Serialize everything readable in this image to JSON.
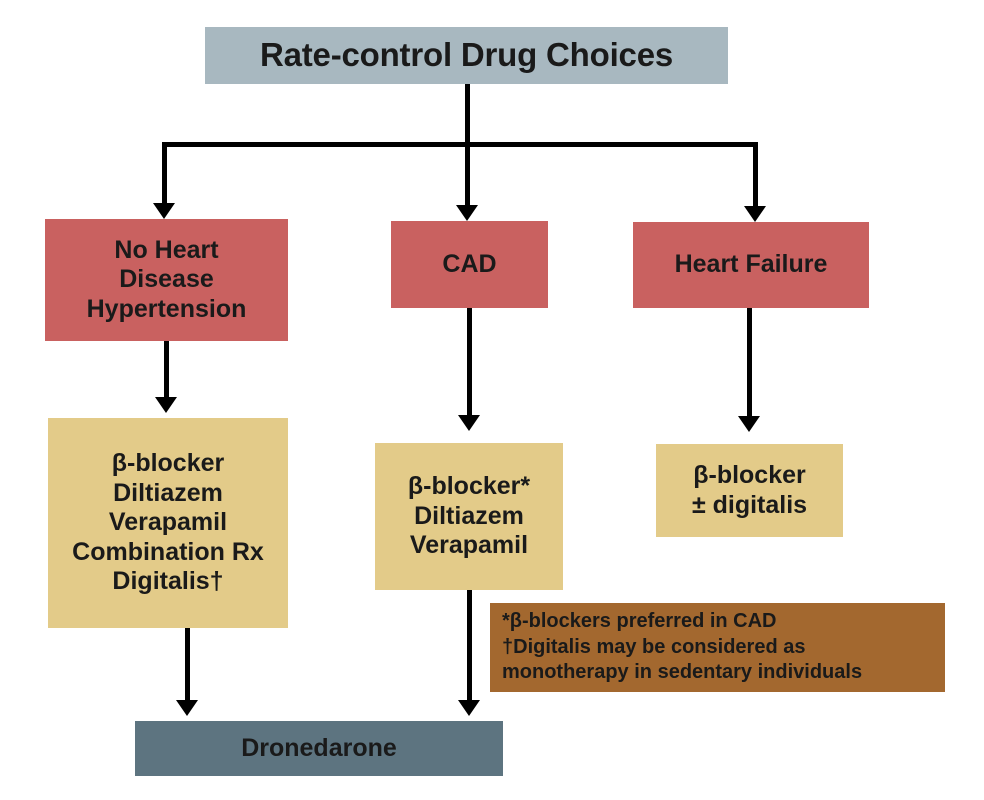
{
  "diagram": {
    "title_box": {
      "label": "Rate-control Drug Choices",
      "color": "#a8b8c0"
    },
    "conditions": [
      {
        "id": "no-heart-disease",
        "lines": [
          "No Heart",
          "Disease",
          "Hypertension"
        ],
        "color": "#c96160"
      },
      {
        "id": "cad",
        "lines": [
          "CAD"
        ],
        "color": "#c96160"
      },
      {
        "id": "heart-failure",
        "lines": [
          "Heart Failure"
        ],
        "color": "#c96160"
      }
    ],
    "drug_options": [
      {
        "id": "no-heart-disease",
        "lines": [
          "β-blocker",
          "Diltiazem",
          "Verapamil",
          "Combination Rx",
          "Digitalis†"
        ],
        "color": "#e3cb89"
      },
      {
        "id": "cad",
        "lines": [
          "β-blocker*",
          "Diltiazem",
          "Verapamil"
        ],
        "color": "#e3cb89"
      },
      {
        "id": "heart-failure",
        "lines": [
          "β-blocker",
          "± digitalis"
        ],
        "color": "#e3cb89"
      }
    ],
    "footnote_box": {
      "color": "#a3682f",
      "lines": [
        "*β-blockers preferred in CAD",
        "†Digitalis may be considered as",
        "monotherapy in sedentary individuals"
      ]
    },
    "outcome_box": {
      "label": "Dronedarone",
      "color": "#5d7480"
    }
  }
}
